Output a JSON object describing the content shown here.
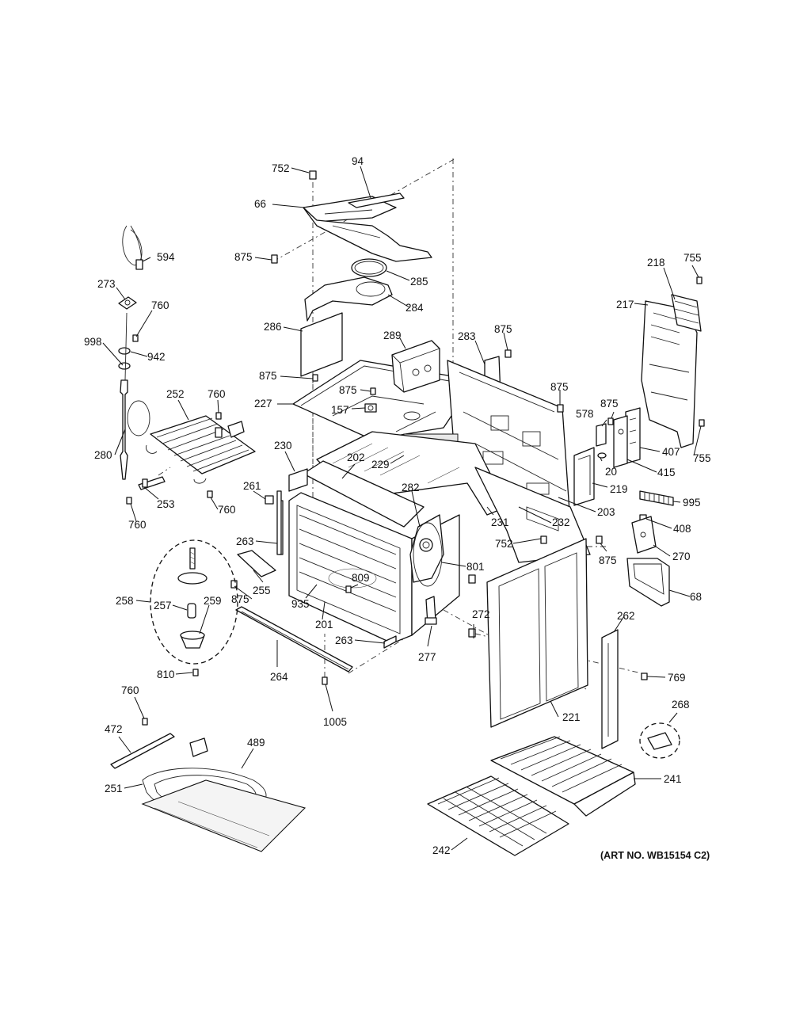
{
  "art_number": "(ART NO. WB15154 C2)",
  "callouts": [
    {
      "id": "c-752-top",
      "label": "752"
    },
    {
      "id": "c-94",
      "label": "94"
    },
    {
      "id": "c-66",
      "label": "66"
    },
    {
      "id": "c-875-a",
      "label": "875"
    },
    {
      "id": "c-285",
      "label": "285"
    },
    {
      "id": "c-284",
      "label": "284"
    },
    {
      "id": "c-594",
      "label": "594"
    },
    {
      "id": "c-273",
      "label": "273"
    },
    {
      "id": "c-760-a",
      "label": "760"
    },
    {
      "id": "c-998",
      "label": "998"
    },
    {
      "id": "c-942",
      "label": "942"
    },
    {
      "id": "c-286",
      "label": "286"
    },
    {
      "id": "c-289",
      "label": "289"
    },
    {
      "id": "c-283",
      "label": "283"
    },
    {
      "id": "c-875-b",
      "label": "875"
    },
    {
      "id": "c-875-c",
      "label": "875"
    },
    {
      "id": "c-875-d",
      "label": "875"
    },
    {
      "id": "c-252",
      "label": "252"
    },
    {
      "id": "c-760-b",
      "label": "760"
    },
    {
      "id": "c-875-e",
      "label": "875"
    },
    {
      "id": "c-227",
      "label": "227"
    },
    {
      "id": "c-157",
      "label": "157"
    },
    {
      "id": "c-280",
      "label": "280"
    },
    {
      "id": "c-230",
      "label": "230"
    },
    {
      "id": "c-202",
      "label": "202"
    },
    {
      "id": "c-229",
      "label": "229"
    },
    {
      "id": "c-261",
      "label": "261"
    },
    {
      "id": "c-253",
      "label": "253"
    },
    {
      "id": "c-760-c",
      "label": "760"
    },
    {
      "id": "c-760-d",
      "label": "760"
    },
    {
      "id": "c-578",
      "label": "578"
    },
    {
      "id": "c-875-f",
      "label": "875"
    },
    {
      "id": "c-20",
      "label": "20"
    },
    {
      "id": "c-219",
      "label": "219"
    },
    {
      "id": "c-203",
      "label": "203"
    },
    {
      "id": "c-218",
      "label": "218"
    },
    {
      "id": "c-755-a",
      "label": "755"
    },
    {
      "id": "c-217",
      "label": "217"
    },
    {
      "id": "c-407",
      "label": "407"
    },
    {
      "id": "c-415",
      "label": "415"
    },
    {
      "id": "c-755-b",
      "label": "755"
    },
    {
      "id": "c-995",
      "label": "995"
    },
    {
      "id": "c-408",
      "label": "408"
    },
    {
      "id": "c-270",
      "label": "270"
    },
    {
      "id": "c-68",
      "label": "68"
    },
    {
      "id": "c-231",
      "label": "231"
    },
    {
      "id": "c-232",
      "label": "232"
    },
    {
      "id": "c-282",
      "label": "282"
    },
    {
      "id": "c-752-mid",
      "label": "752"
    },
    {
      "id": "c-801",
      "label": "801"
    },
    {
      "id": "c-875-g",
      "label": "875"
    },
    {
      "id": "c-263-a",
      "label": "263"
    },
    {
      "id": "c-255",
      "label": "255"
    },
    {
      "id": "c-875-h",
      "label": "875"
    },
    {
      "id": "c-809",
      "label": "809"
    },
    {
      "id": "c-935",
      "label": "935"
    },
    {
      "id": "c-201",
      "label": "201"
    },
    {
      "id": "c-263-b",
      "label": "263"
    },
    {
      "id": "c-272",
      "label": "272"
    },
    {
      "id": "c-277",
      "label": "277"
    },
    {
      "id": "c-258",
      "label": "258"
    },
    {
      "id": "c-257",
      "label": "257"
    },
    {
      "id": "c-259",
      "label": "259"
    },
    {
      "id": "c-810",
      "label": "810"
    },
    {
      "id": "c-264",
      "label": "264"
    },
    {
      "id": "c-1005",
      "label": "1005"
    },
    {
      "id": "c-262",
      "label": "262"
    },
    {
      "id": "c-769",
      "label": "769"
    },
    {
      "id": "c-221",
      "label": "221"
    },
    {
      "id": "c-268",
      "label": "268"
    },
    {
      "id": "c-760-e",
      "label": "760"
    },
    {
      "id": "c-472",
      "label": "472"
    },
    {
      "id": "c-489",
      "label": "489"
    },
    {
      "id": "c-251",
      "label": "251"
    },
    {
      "id": "c-241",
      "label": "241"
    },
    {
      "id": "c-242",
      "label": "242"
    }
  ]
}
